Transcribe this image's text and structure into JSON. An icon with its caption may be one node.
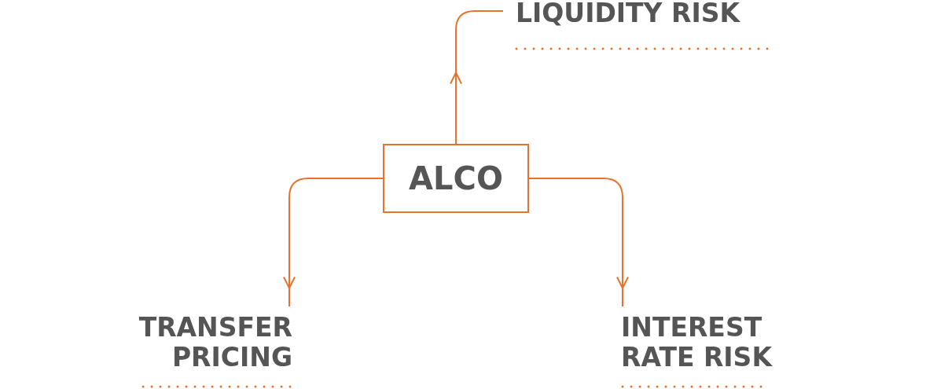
{
  "diagram": {
    "nodes": [
      {
        "text": [
          "LIQUIDITY RISK"
        ]
      },
      {
        "text": [
          "ALCO"
        ]
      },
      {
        "text": [
          "TRANSFER PRICING"
        ]
      },
      {
        "text": [
          "INTEREST RATE RISK"
        ]
      }
    ],
    "edges": [
      {
        "from": 1,
        "to": 0,
        "arrow": "to"
      },
      {
        "from": 1,
        "to": 2,
        "arrow": "to"
      },
      {
        "from": 1,
        "to": 3,
        "arrow": "to"
      }
    ]
  }
}
